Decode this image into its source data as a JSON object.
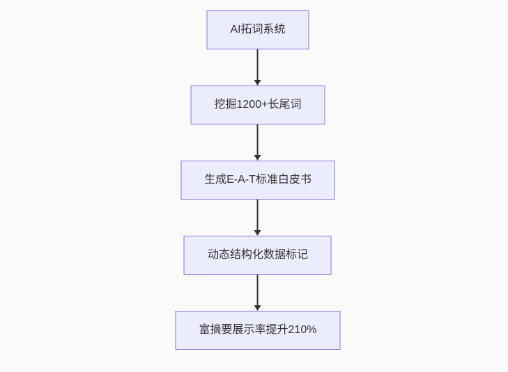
{
  "page": {
    "background_color": "#fafafa"
  },
  "flowchart": {
    "type": "flowchart",
    "direction": "top-down",
    "node_fill_color": "#ECECFF",
    "node_border_color": "#9370DB",
    "node_text_color": "#333333",
    "arrow_color": "#333333",
    "nodes": [
      {
        "label": "AI拓词系统"
      },
      {
        "label": "挖掘1200+长尾词"
      },
      {
        "label": "生成E-A-T标准白皮书"
      },
      {
        "label": "动态结构化数据标记"
      },
      {
        "label": "富摘要展示率提升210%"
      }
    ]
  }
}
